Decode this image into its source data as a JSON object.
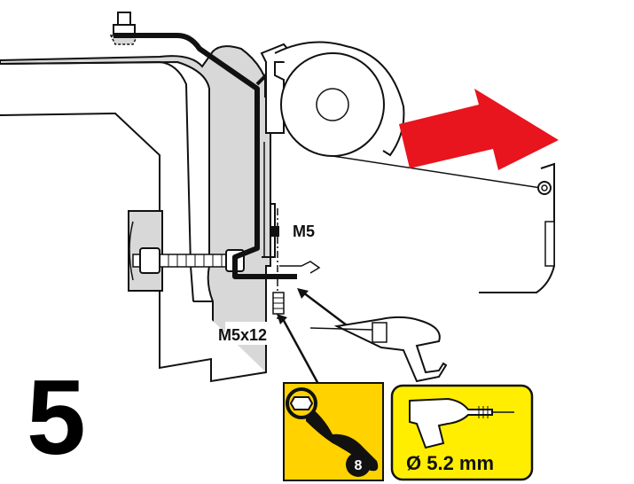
{
  "step_number": "5",
  "labels": {
    "bolt_top": "M5",
    "bolt_bottom": "M5x12"
  },
  "tools": {
    "wrench": {
      "size": "8",
      "icon": "wrench-icon",
      "background": "#ffd200"
    },
    "drill": {
      "bit_diameter": "Ø 5.2 mm",
      "icon": "drill-icon",
      "background": "#ffee00"
    }
  },
  "colors": {
    "arrow": "#e8141e",
    "bracket": "#111111",
    "wall_fill": "#d8d8d8"
  },
  "icons": [
    "bolt-icon",
    "nut-icon",
    "screw-icon",
    "drill-icon",
    "wrench-icon",
    "direction-arrow-icon"
  ]
}
